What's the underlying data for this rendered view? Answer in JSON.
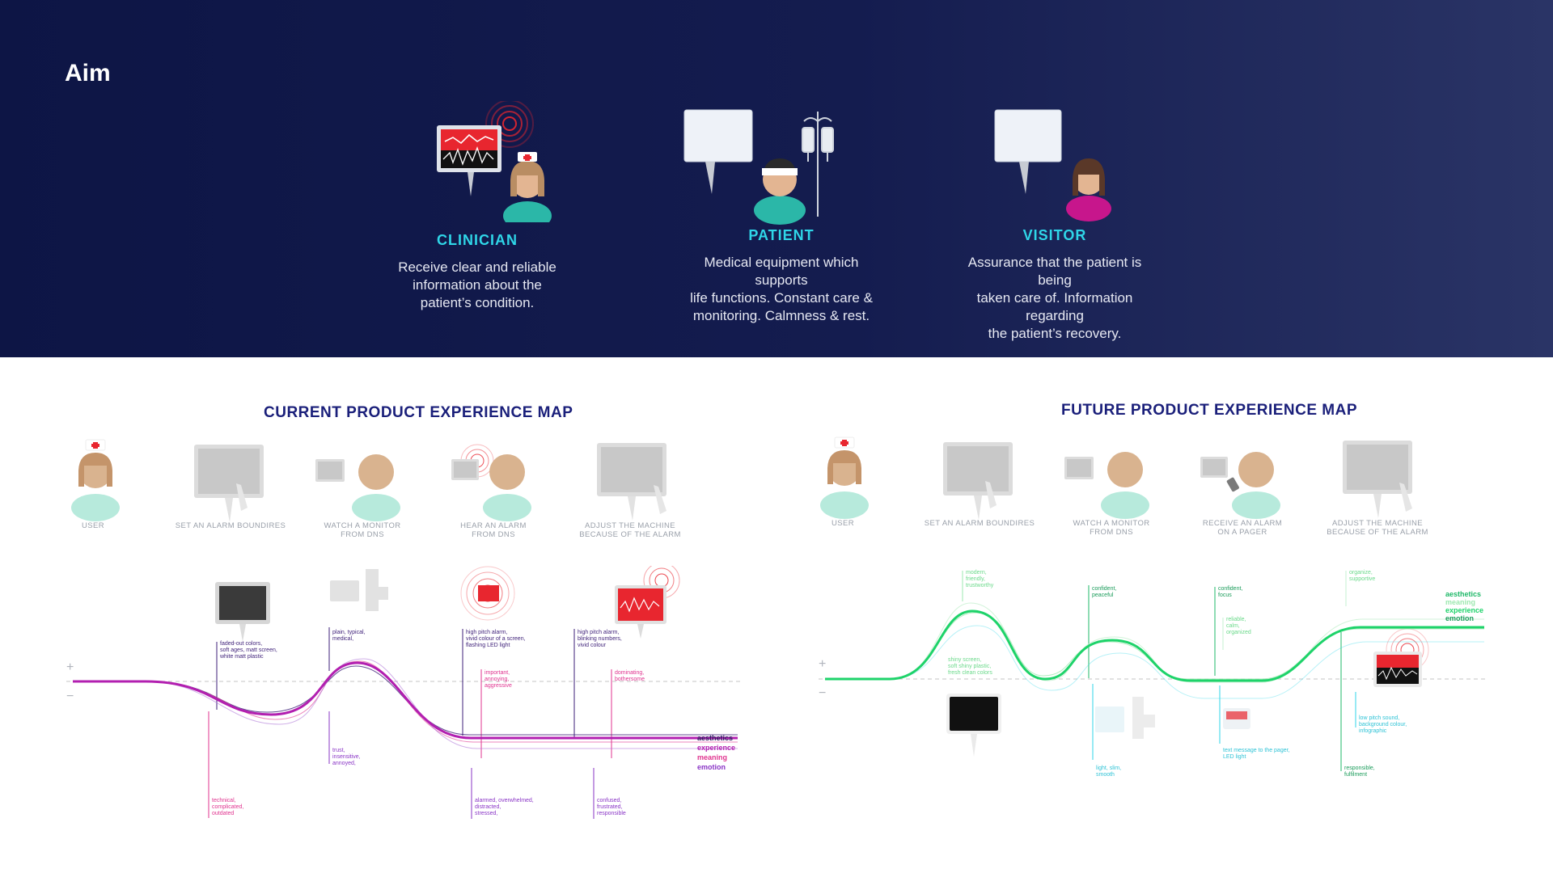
{
  "aim": {
    "title": "Aim"
  },
  "personas": [
    {
      "role": "CLINICIAN",
      "desc_lines": [
        "Receive clear and reliable",
        "information about the",
        "patient’s condition."
      ]
    },
    {
      "role": "PATIENT",
      "desc_lines": [
        "Medical equipment which supports",
        "life functions. Constant care &",
        "monitoring. Calmness & rest."
      ]
    },
    {
      "role": "VISITOR",
      "desc_lines": [
        "Assurance that the patient is being",
        "taken care of. Information regarding",
        "the patient’s recovery."
      ]
    }
  ],
  "current_map": {
    "title": "CURRENT PRODUCT EXPERIENCE MAP",
    "steps": [
      {
        "lines": [
          "USER"
        ]
      },
      {
        "lines": [
          "SET AN ALARM BOUNDIRES"
        ]
      },
      {
        "lines": [
          "WATCH A MONITOR",
          "FROM DNS"
        ]
      },
      {
        "lines": [
          "HEAR AN ALARM",
          "FROM DNS"
        ]
      },
      {
        "lines": [
          "ADJUST THE MACHINE",
          "BECAUSE OF THE ALARM"
        ]
      }
    ],
    "annotations_above": [
      {
        "lines": [
          "faded-out colors,",
          "soft ages, matt screen,",
          "white matt plastic"
        ]
      },
      {
        "lines": [
          "plain, typical,",
          "medical,"
        ]
      },
      {
        "lines": [
          "high pitch alarm,",
          "vivid colour of a screen,",
          "flashing LED light"
        ]
      },
      {
        "lines": [
          "high pitch alarm,",
          "blinking numbers,",
          "vivid colour"
        ]
      }
    ],
    "annotations_mid": [
      {
        "lines": [
          "important,",
          "annoying,",
          "aggressive"
        ]
      },
      {
        "lines": [
          "dominating,",
          "bothersome"
        ]
      },
      {
        "lines": [
          "trust,",
          "insensitive,",
          "annoyed,"
        ]
      }
    ],
    "annotations_below": [
      {
        "lines": [
          "technical,",
          "complicated,",
          "outdated"
        ]
      },
      {
        "lines": [
          "alarmed, overwhelmed,",
          "distracted,",
          "stressed,"
        ]
      },
      {
        "lines": [
          "confused,",
          "frustrated,",
          "responsible"
        ]
      }
    ],
    "legend": [
      "aesthetics",
      "experience",
      "meaning",
      "emotion"
    ]
  },
  "future_map": {
    "title": "FUTURE PRODUCT EXPERIENCE MAP",
    "steps": [
      {
        "lines": [
          "USER"
        ]
      },
      {
        "lines": [
          "SET AN ALARM BOUNDIRES"
        ]
      },
      {
        "lines": [
          "WATCH A MONITOR",
          "FROM DNS"
        ]
      },
      {
        "lines": [
          "RECEIVE AN ALARM",
          "ON A PAGER"
        ]
      },
      {
        "lines": [
          "ADJUST THE MACHINE",
          "BECAUSE OF THE ALARM"
        ]
      }
    ],
    "annotations_above": [
      {
        "lines": [
          "modern,",
          "friendly,",
          "trustworthy"
        ]
      },
      {
        "lines": [
          "confident,",
          "peaceful"
        ]
      },
      {
        "lines": [
          "confident,",
          "focus"
        ]
      },
      {
        "lines": [
          "organize,",
          "supportive"
        ]
      }
    ],
    "annotations_mid": [
      {
        "lines": [
          "reliable,",
          "calm,",
          "organized"
        ]
      },
      {
        "lines": [
          "shiny screen,",
          "soft shiny plastic,",
          "fresh clean colors"
        ]
      },
      {
        "lines": [
          "low pitch sound,",
          "background colour,",
          "infographic"
        ]
      }
    ],
    "annotations_below": [
      {
        "lines": [
          "light, slim,",
          "smooth"
        ]
      },
      {
        "lines": [
          "text message to the pager,",
          "LED light"
        ]
      },
      {
        "lines": [
          "responsible,",
          "fulfilment"
        ]
      }
    ],
    "legend": [
      "aesthetics",
      "meaning",
      "experience",
      "emotion"
    ]
  },
  "axis": {
    "plus": "+",
    "minus": "−"
  },
  "colors": {
    "accent_cyan": "#2fd6e8",
    "current_main": "#b21fb0",
    "future_main": "#1ed36a",
    "alarm_red": "#e8262f",
    "map_title": "#1a1f7a"
  },
  "icons": [
    "nurse-icon",
    "monitor-icon",
    "patient-icon",
    "iv-drip-icon",
    "visitor-icon",
    "alarm-waves-icon",
    "hand-pointer-icon",
    "pager-icon"
  ]
}
